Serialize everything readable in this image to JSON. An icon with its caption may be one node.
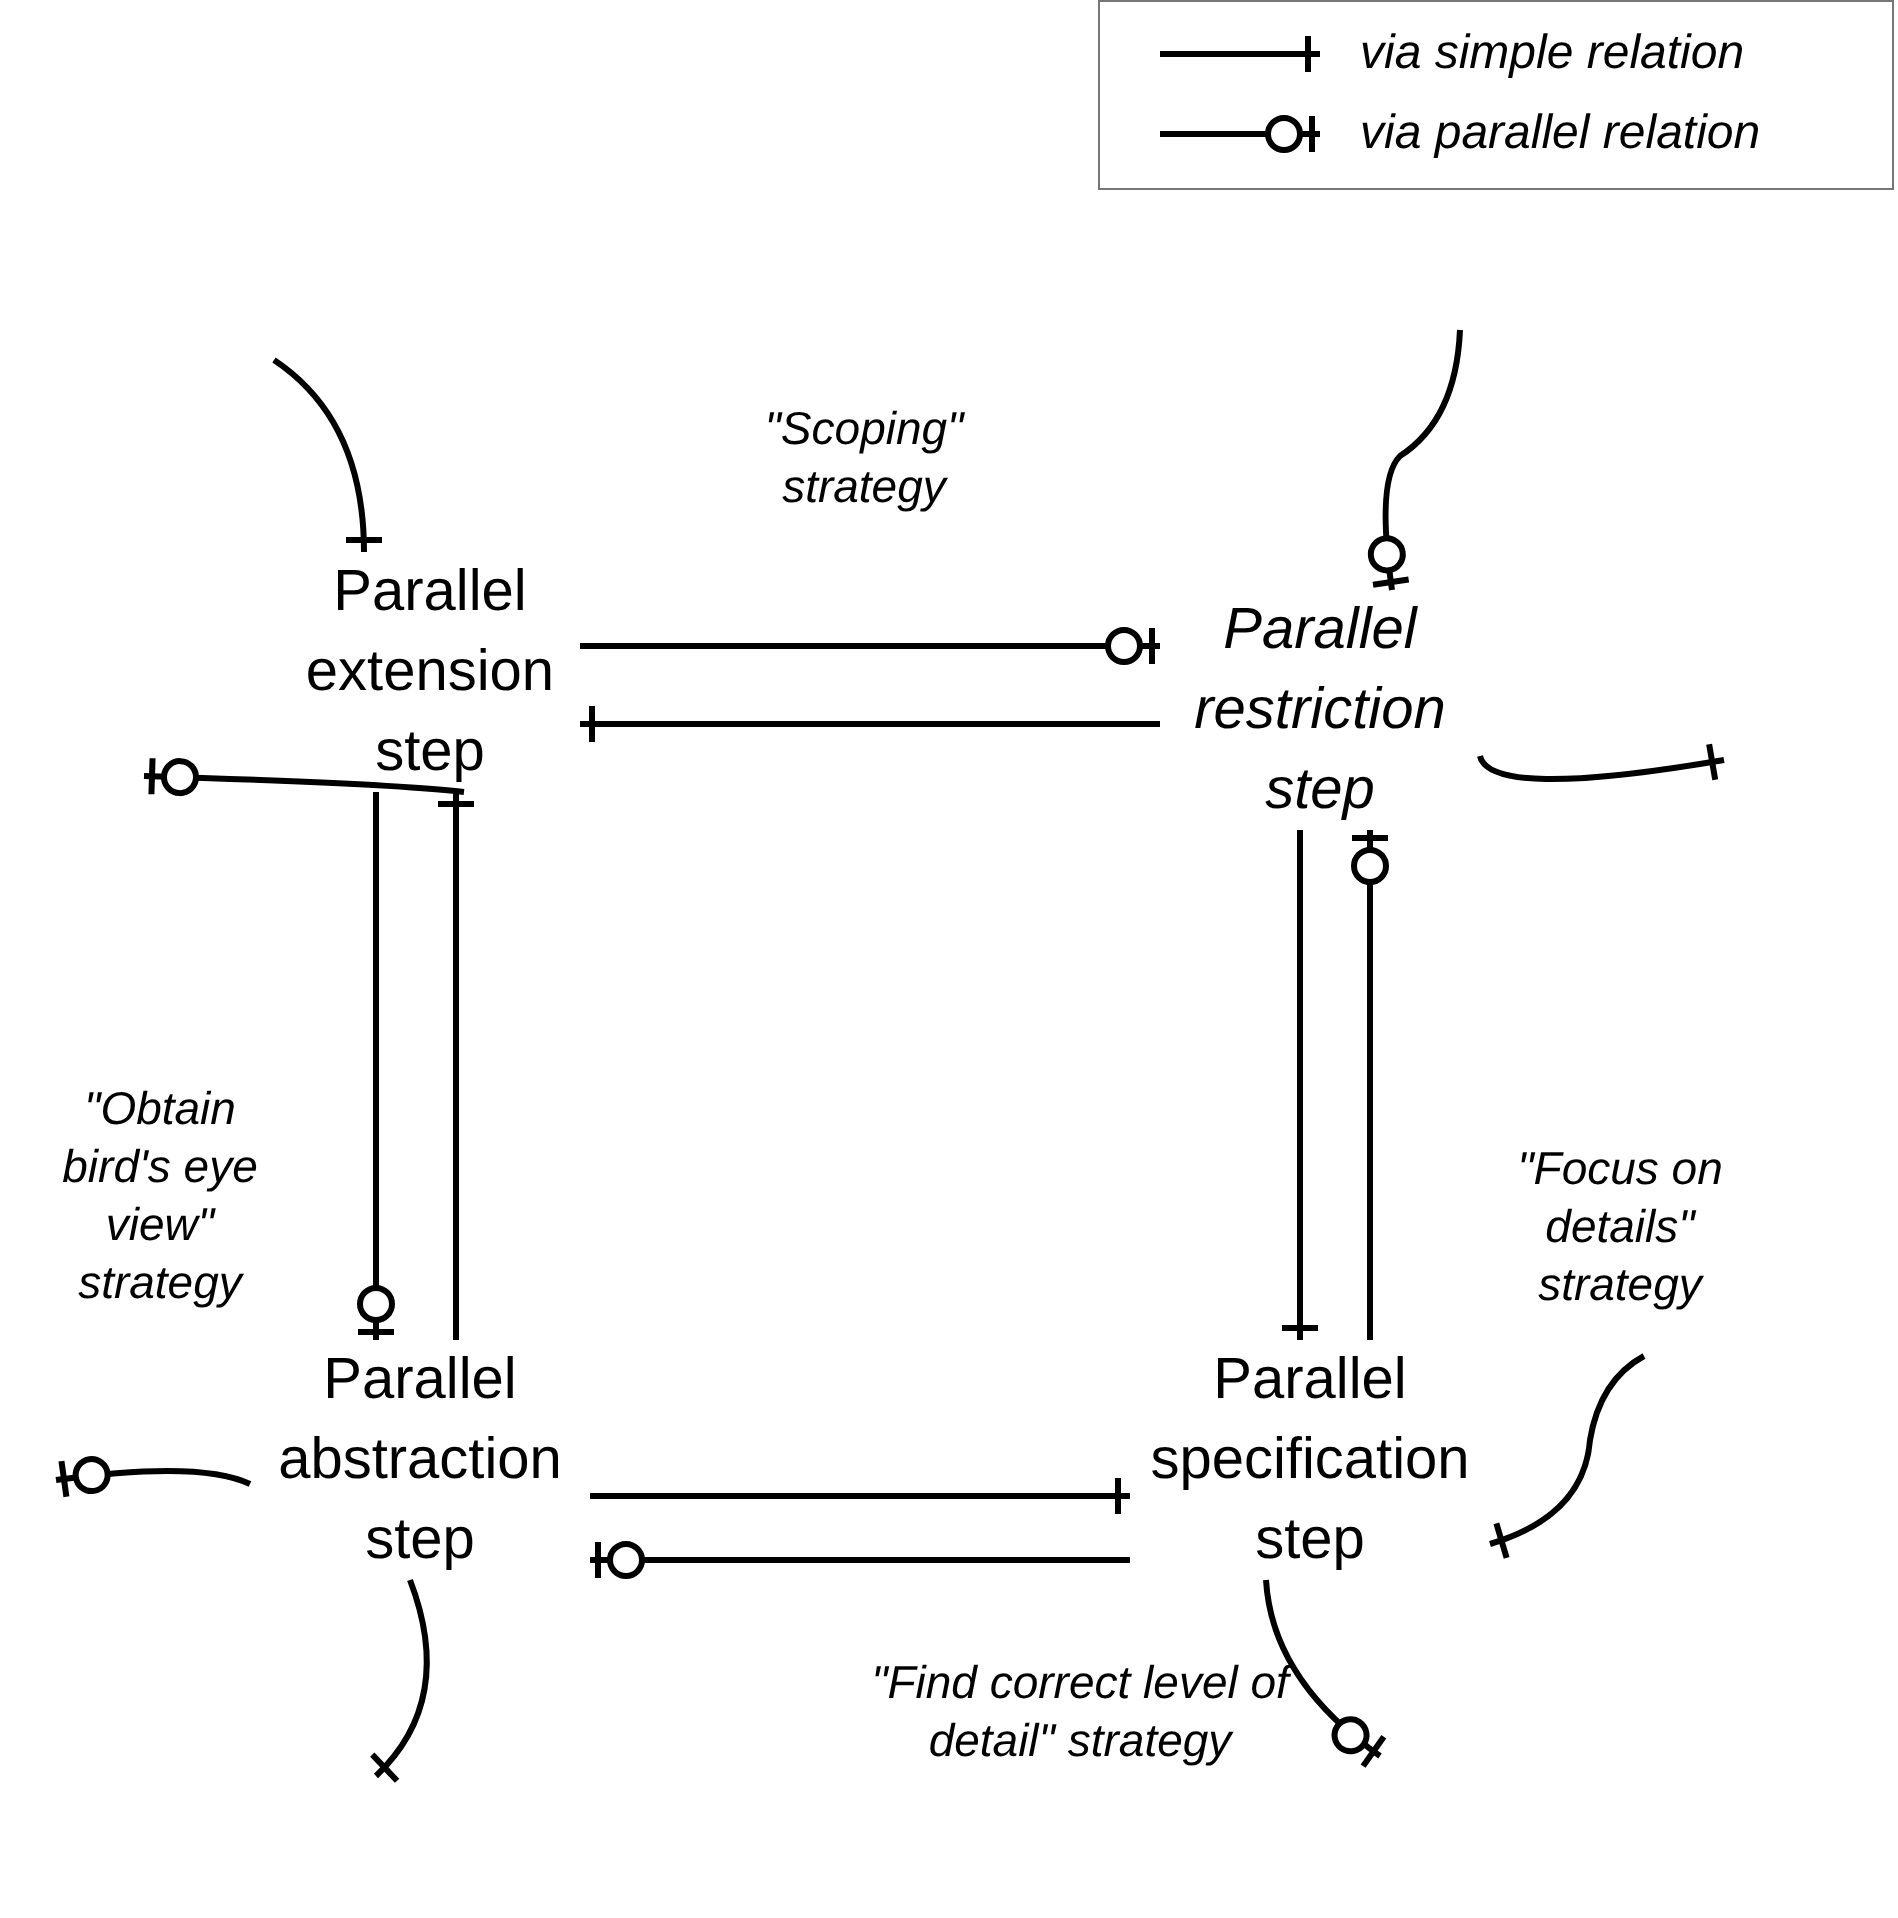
{
  "diagram": {
    "nodes": [
      {
        "text": [
          "Parallel extension step"
        ]
      },
      {
        "text": [
          "Parallel restriction step"
        ]
      },
      {
        "text": [
          "Parallel abstraction step"
        ]
      },
      {
        "text": [
          "Parallel specification step"
        ]
      }
    ],
    "edges": [
      {
        "from": 0,
        "to": 1,
        "arrow": "other"
      },
      {
        "from": 1,
        "to": 0,
        "arrow": "other"
      },
      {
        "from": 0,
        "to": 2,
        "arrow": "other"
      },
      {
        "from": 2,
        "to": 0,
        "arrow": "other"
      },
      {
        "from": 1,
        "to": 3,
        "arrow": "other"
      },
      {
        "from": 3,
        "to": 1,
        "arrow": "other"
      },
      {
        "from": 2,
        "to": 3,
        "arrow": "other"
      },
      {
        "from": 3,
        "to": 2,
        "arrow": "other"
      },
      {
        "from": null,
        "to": 0,
        "arrow": "other"
      },
      {
        "from": 0,
        "to": null,
        "arrow": "other"
      },
      {
        "from": null,
        "to": 1,
        "arrow": "other"
      },
      {
        "from": 1,
        "to": null,
        "arrow": "other"
      },
      {
        "from": 2,
        "to": null,
        "arrow": "other"
      },
      {
        "from": 2,
        "to": null,
        "arrow": "other"
      },
      {
        "from": null,
        "to": 3,
        "arrow": "other"
      },
      {
        "from": 3,
        "to": null,
        "arrow": "other"
      }
    ],
    "labels": [
      "\"Scoping\" strategy",
      "\"Obtain bird's eye view\" strategy",
      "\"Focus on details\" strategy",
      "\"Find correct level of detail\" strategy"
    ],
    "legend": [
      {
        "text": "via simple relation"
      },
      {
        "text": "via parallel relation"
      }
    ]
  }
}
